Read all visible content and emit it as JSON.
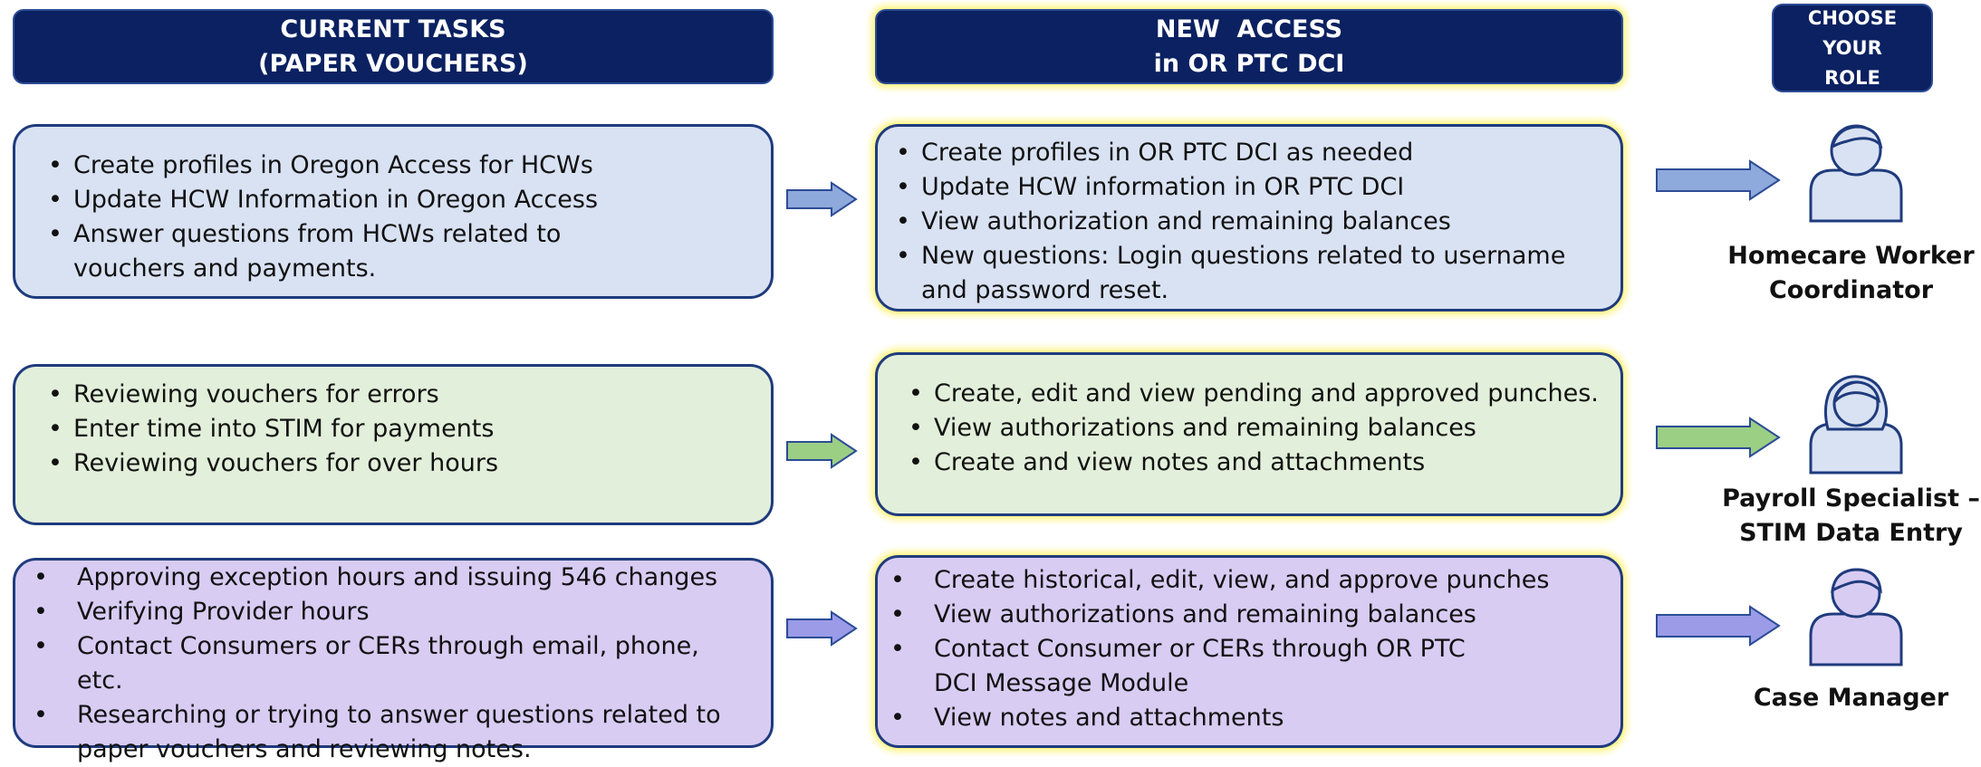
{
  "headers": {
    "current": [
      "CURRENT TASKS",
      "(PAPER VOUCHERS)"
    ],
    "new_access": [
      "NEW  ACCESS",
      "in OR PTC DCI"
    ],
    "choose": [
      "CHOOSE",
      "YOUR",
      "ROLE"
    ]
  },
  "rows": [
    {
      "current_tasks": [
        "Create profiles in Oregon Access for HCWs",
        "Update HCW Information in Oregon Access",
        "Answer questions from HCWs related to vouchers and payments."
      ],
      "new_access": [
        "Create profiles in OR PTC DCI as needed",
        "Update HCW information in OR PTC DCI",
        "View authorization and remaining balances",
        "New questions: Login questions related to username and password reset."
      ],
      "role": [
        "Homecare Worker",
        "Coordinator"
      ],
      "role_icon": "male-person-icon"
    },
    {
      "current_tasks": [
        "Reviewing vouchers for errors",
        "Enter time into STIM for payments",
        "Reviewing vouchers for over hours"
      ],
      "new_access": [
        "Create, edit and view pending and approved punches.",
        "View authorizations and remaining balances",
        "Create and view notes and attachments"
      ],
      "role": [
        "Payroll Specialist –",
        "STIM Data Entry"
      ],
      "role_icon": "female-person-icon"
    },
    {
      "current_tasks": [
        "Approving exception hours and issuing 546 changes",
        "Verifying Provider hours",
        "Contact Consumers or CERs through email, phone, etc.",
        "Researching or trying to answer questions related to paper vouchers and reviewing notes."
      ],
      "new_access": [
        "Create historical, edit, view, and approve punches",
        "View authorizations and remaining balances",
        "Contact Consumer or CERs through OR PTC DCI Message Module",
        "View notes and attachments"
      ],
      "role": [
        "Case Manager"
      ],
      "role_icon": "person-icon"
    }
  ],
  "colors": {
    "header_fill": "#0b2161",
    "row1_fill": "#d9e2f3",
    "row2_fill": "#e2efda",
    "row3_fill": "#d8ccf3",
    "arrow_blue": "#8ea9db",
    "arrow_green": "#9bcf84",
    "arrow_purple": "#9b9be8"
  }
}
